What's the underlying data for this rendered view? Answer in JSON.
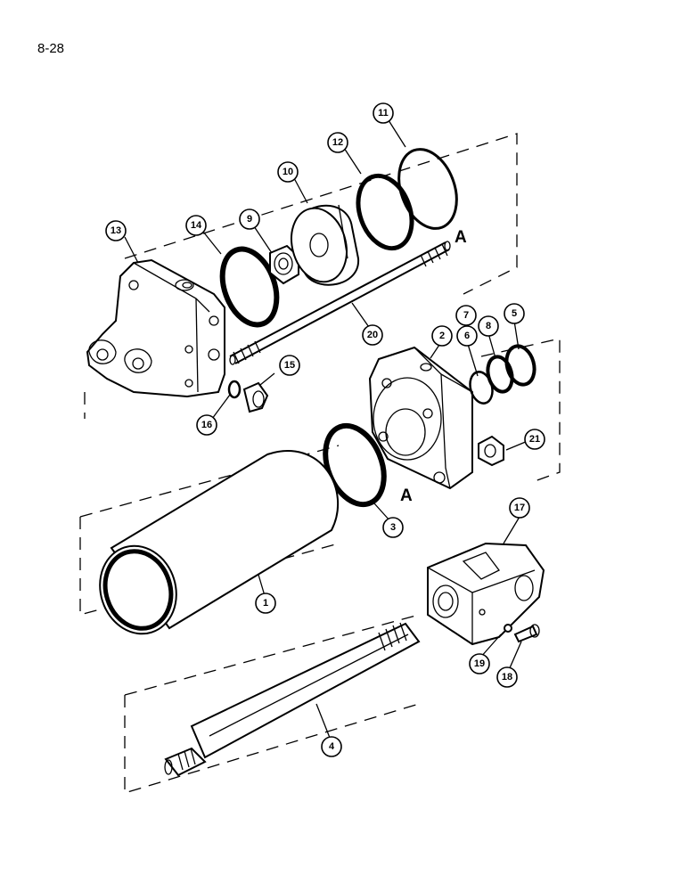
{
  "page_number": "8-28",
  "reference_mark": "A",
  "parts": [
    {
      "number": "1"
    },
    {
      "number": "2"
    },
    {
      "number": "3"
    },
    {
      "number": "4"
    },
    {
      "number": "5"
    },
    {
      "number": "6"
    },
    {
      "number": "7"
    },
    {
      "number": "8"
    },
    {
      "number": "9"
    },
    {
      "number": "10"
    },
    {
      "number": "11"
    },
    {
      "number": "12"
    },
    {
      "number": "13"
    },
    {
      "number": "14"
    },
    {
      "number": "15"
    },
    {
      "number": "16"
    },
    {
      "number": "17"
    },
    {
      "number": "18"
    },
    {
      "number": "19"
    },
    {
      "number": "20"
    },
    {
      "number": "21"
    }
  ]
}
